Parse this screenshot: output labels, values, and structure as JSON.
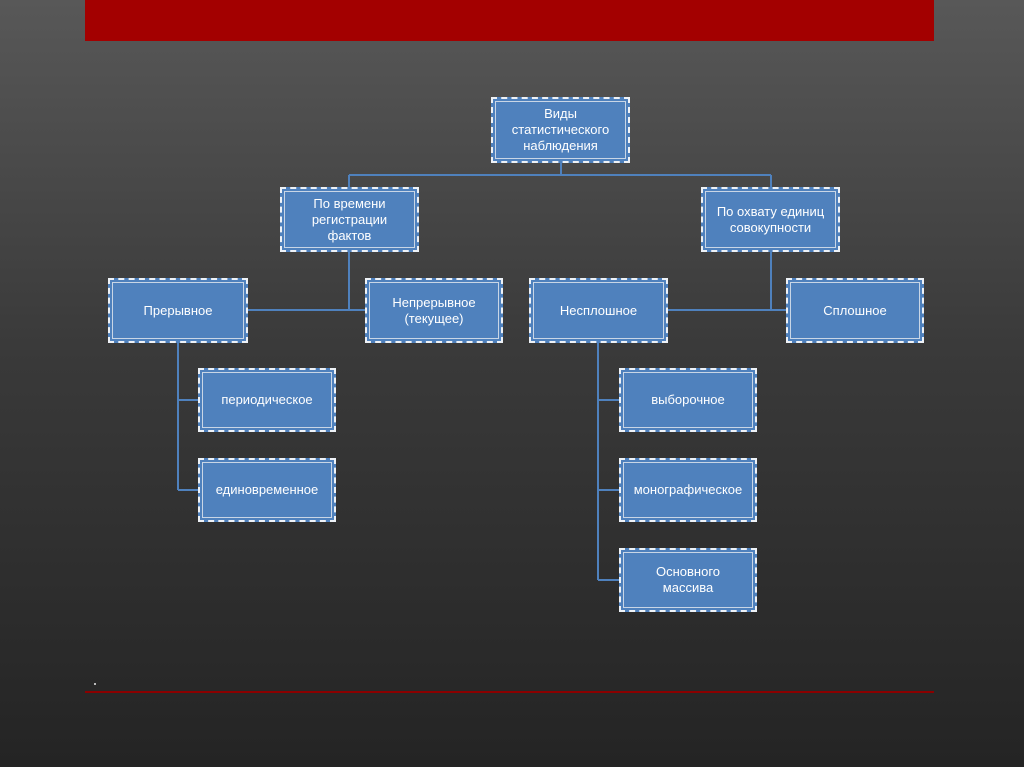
{
  "diagram": {
    "root": "Виды\nстатистического\nнаблюдения",
    "by_time": "По времени\nрегистрации\nфактов",
    "by_coverage": "По охвату единиц\nсовокупности",
    "discontinuous": "Прерывное",
    "continuous": "Непрерывное\n(текущее)",
    "periodic": "периодическое",
    "one_time": "единовременное",
    "partial": "Несплошное",
    "complete": "Сплошное",
    "sample": "выборочное",
    "monographic": "монографическое",
    "main_array": "Основного\nмассива"
  },
  "colors": {
    "box_fill": "#4f81bd",
    "box_border": "#eef2f7",
    "connector": "#4f81bd",
    "accent_red": "#a30000"
  }
}
